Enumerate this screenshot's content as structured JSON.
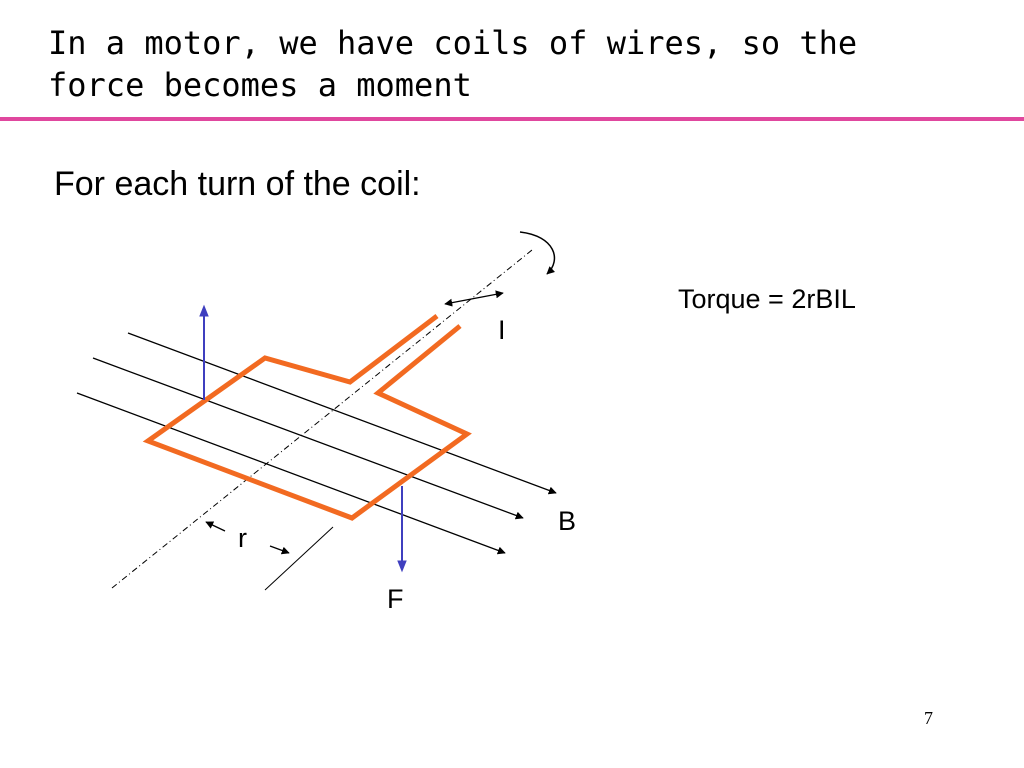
{
  "title": "In a motor, we have coils of wires, so the force becomes a moment",
  "subtitle": "For each turn of the coil:",
  "diagram": {
    "torque_label": "Torque = 2rBIL",
    "current_label": "I",
    "field_label": "B",
    "force_label": "F",
    "radius_label": "r"
  },
  "page_number": "7",
  "colors": {
    "title_rule": "#e0479e",
    "coil": "#f26a21",
    "force_arrows": "#3f3fbf",
    "lines": "#000000"
  }
}
